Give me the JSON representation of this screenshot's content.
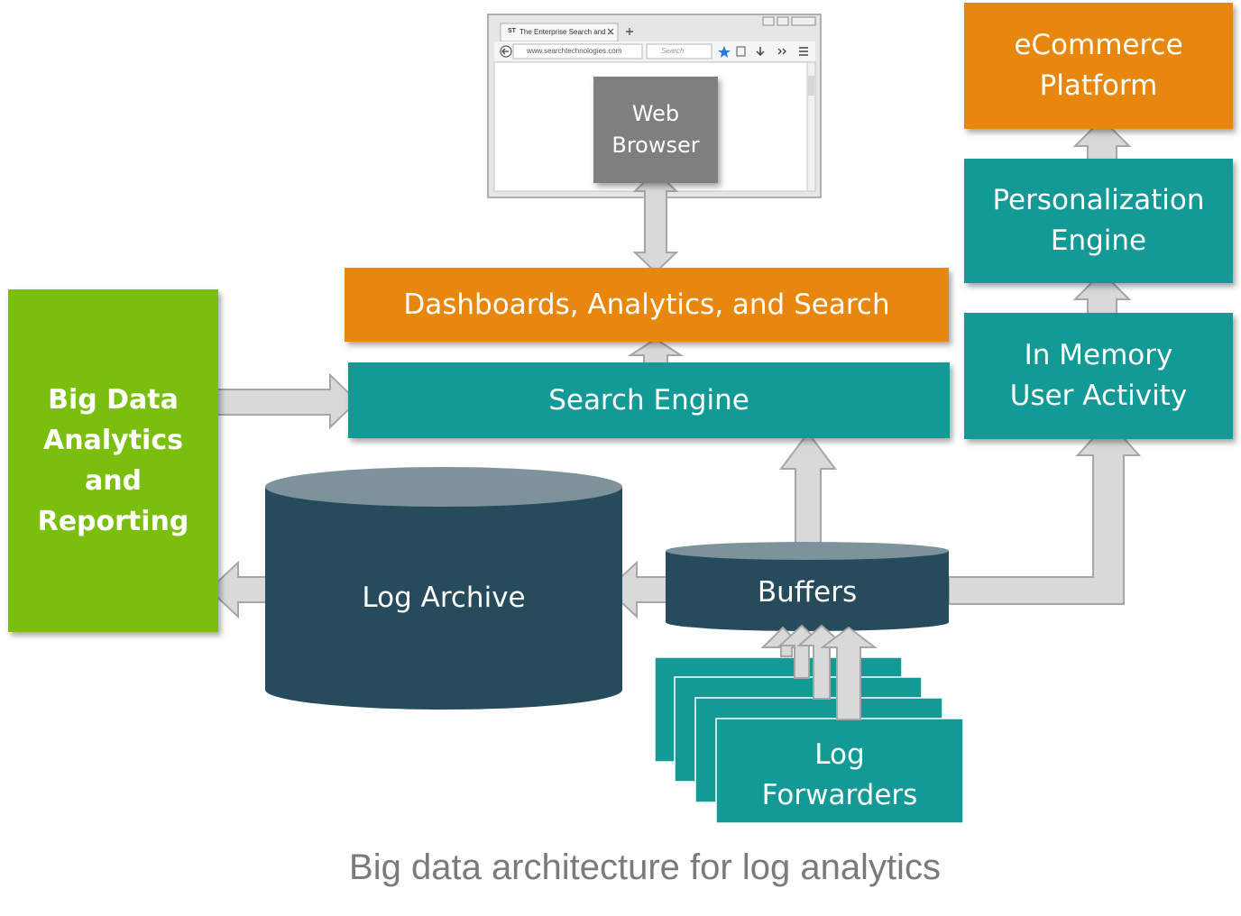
{
  "caption": "Big data architecture for log analytics",
  "browser_window": {
    "tab_title": "The Enterprise Search and ...",
    "url": "www.searchtechnologies.com",
    "search_placeholder": "Search",
    "favicon_text": "ST"
  },
  "nodes": {
    "web_browser": "Web\nBrowser",
    "dashboards": "Dashboards, Analytics, and Search",
    "search_engine": "Search Engine",
    "big_data": "Big Data\nAnalytics\nand\nReporting",
    "log_archive": "Log Archive",
    "buffers": "Buffers",
    "log_forwarders": "Log\nForwarders",
    "ecommerce": "eCommerce\nPlatform",
    "personalization": "Personalization\nEngine",
    "in_memory": "In Memory\nUser Activity"
  },
  "colors": {
    "teal": "#149a96",
    "orange": "#e8870d",
    "green": "#7bbf0e",
    "navy": "#264b5c",
    "arrow_fill": "#d9d9d9",
    "arrow_stroke": "#a6a6a6",
    "caption": "#7a7a7a"
  }
}
